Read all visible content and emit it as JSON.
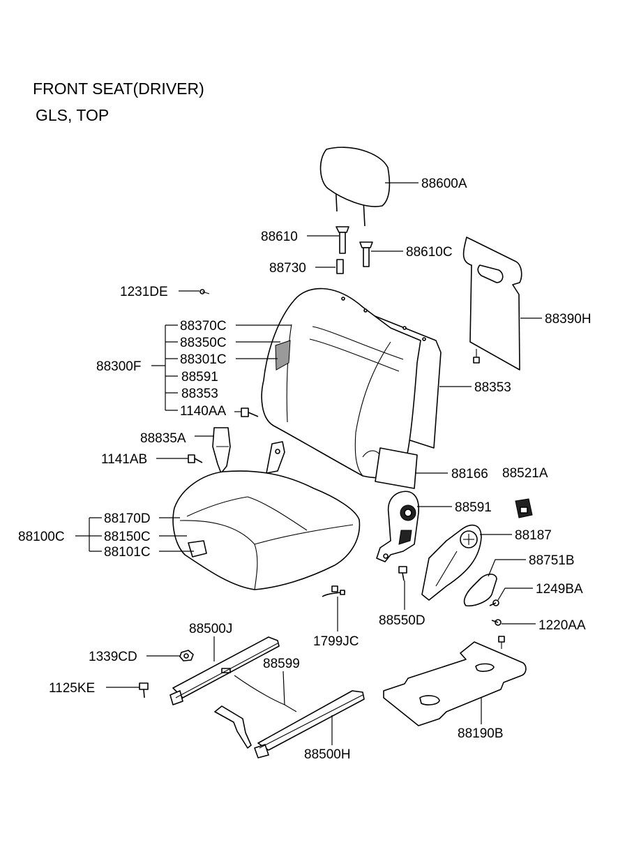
{
  "title": {
    "line1": "FRONT SEAT(DRIVER)",
    "line2": "GLS, TOP"
  },
  "labels": {
    "p88600A": "88600A",
    "p88610": "88610",
    "p88610C": "88610C",
    "p88730": "88730",
    "p1231DE": "1231DE",
    "p88390H": "88390H",
    "p88370C": "88370C",
    "p88350C": "88350C",
    "p88301C": "88301C",
    "p88300F": "88300F",
    "p88591a": "88591",
    "p88353a": "88353",
    "p1140AA": "1140AA",
    "p88353b": "88353",
    "p88835A": "88835A",
    "p1141AB": "1141AB",
    "p88166": "88166",
    "p88521A": "88521A",
    "p88170D": "88170D",
    "p88100C": "88100C",
    "p88150C": "88150C",
    "p88101C": "88101C",
    "p88591b": "88591",
    "p88187": "88187",
    "p88751B": "88751B",
    "p1249BA": "1249BA",
    "p88550D": "88550D",
    "p1220AA": "1220AA",
    "p88500J": "88500J",
    "p1799JC": "1799JC",
    "p1339CD": "1339CD",
    "p88599": "88599",
    "p1125KE": "1125KE",
    "p88190B": "88190B",
    "p88500H": "88500H"
  }
}
